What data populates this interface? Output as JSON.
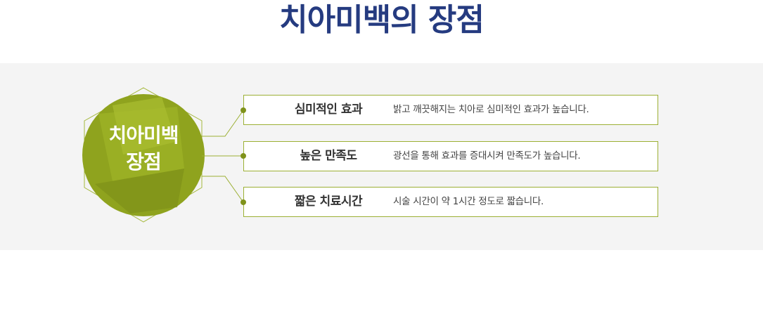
{
  "page_title": "치아미백의 장점",
  "hub": {
    "line1": "치아미백",
    "line2": "장점"
  },
  "items": [
    {
      "title": "심미적인 효과",
      "description": "밝고 깨끗해지는 치아로 심미적인 효과가 높습니다."
    },
    {
      "title": "높은 만족도",
      "description": "광선을 통해 효과를 증대시켜 만족도가 높습니다."
    },
    {
      "title": "짧은 치료시간",
      "description": "시술 시간이 약 1시간 정도로 짧습니다."
    }
  ],
  "colors": {
    "title": "#253b80",
    "accent": "#8a9c1c",
    "hub_circle": "#8fa31e",
    "band_background": "#f4f4f4",
    "item_border": "#9cb034"
  }
}
